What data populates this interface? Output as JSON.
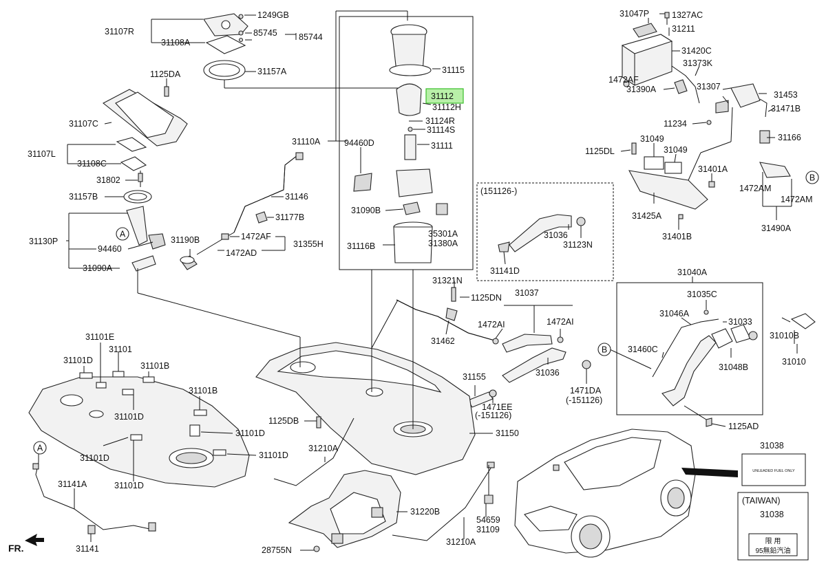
{
  "labels": {
    "l31107R": "31107R",
    "l1249GB": "1249GB",
    "l31108A": "31108A",
    "l85745": "85745",
    "l85744": "85744",
    "l31157A": "31157A",
    "l1125DA": "1125DA",
    "l31107C": "31107C",
    "l31107L": "31107L",
    "l31108C": "31108C",
    "l31802": "31802",
    "l31157B": "31157B",
    "l31130P": "31130P",
    "l94460": "94460",
    "l31090A": "31090A",
    "l31115": "31115",
    "l31112": "31112",
    "l31112H": "31112H",
    "l31124R": "31124R",
    "l31114S": "31114S",
    "l31110A": "31110A",
    "l94460D": "94460D",
    "l31111": "31111",
    "l31090B": "31090B",
    "l35301A": "35301A",
    "l31380A": "31380A",
    "l31116B": "31116B",
    "l31146": "31146",
    "l31177B": "31177B",
    "l31190B": "31190B",
    "l1472AF": "1472AF",
    "l31355H": "31355H",
    "l1472AD": "1472AD",
    "l151126": "(151126-)",
    "l31036a": "31036",
    "l31123N": "31123N",
    "l31141D": "31141D",
    "l31047P": "31047P",
    "l1327AC": "1327AC",
    "l31211": "31211",
    "l31420C": "31420C",
    "l1472AF2": "1472AF",
    "l31373K": "31373K",
    "l31390A": "31390A",
    "l31307": "31307",
    "l31453": "31453",
    "l31471B": "31471B",
    "l11234": "11234",
    "l31166": "31166",
    "l1125DL": "1125DL",
    "l31049a": "31049",
    "l31049b": "31049",
    "l31401A": "31401A",
    "l1472AM1": "1472AM",
    "l1472AM2": "1472AM",
    "l31425A": "31425A",
    "l31401B": "31401B",
    "l31490A": "31490A",
    "l31321N": "31321N",
    "l1125DN": "1125DN",
    "l31037": "31037",
    "l1472AI1": "1472AI",
    "l1472AI2": "1472AI",
    "l31462": "31462",
    "l31155": "31155",
    "l31036b": "31036",
    "l1471DA": "1471DA",
    "l1471DA_sub": "(-151126)",
    "l1471EE": "1471EE",
    "l1471EE_sub": "(-151126)",
    "l31040A": "31040A",
    "l31035C": "31035C",
    "l31046A": "31046A",
    "l31033": "31033",
    "l31460C": "31460C",
    "l31048B": "31048B",
    "l31010B": "31010B",
    "l31010": "31010",
    "l1125AD": "1125AD",
    "l31101E": "31101E",
    "l31101a": "31101",
    "l31101D1": "31101D",
    "l31101B1": "31101B",
    "l31101D2": "31101D",
    "l31101B2": "31101B",
    "l31101D3": "31101D",
    "l31101D4": "31101D",
    "l31101D5": "31101D",
    "l31101D6": "31101D",
    "l1125DB": "1125DB",
    "l31150": "31150",
    "l31210A1": "31210A",
    "l31220B": "31220B",
    "l54659": "54659",
    "l31109": "31109",
    "l31210A2": "31210A",
    "l28755N": "28755N",
    "l31141A": "31141A",
    "l31141": "31141",
    "l31038": "31038",
    "l31038b": "31038",
    "taiwan": "(TAIWAN)",
    "fr": "FR."
  },
  "callouts": {
    "a": "A",
    "b": "B"
  },
  "decal": {
    "line1": "UNLEADED FUEL ONLY",
    "taiwan_line1": "限 用",
    "taiwan_line2": "95無鉛汽油"
  },
  "colors": {
    "highlight_fill": "#b8f0a8",
    "highlight_stroke": "#3bbd2b",
    "ink": "#111111"
  },
  "highlighted_part": "31112"
}
